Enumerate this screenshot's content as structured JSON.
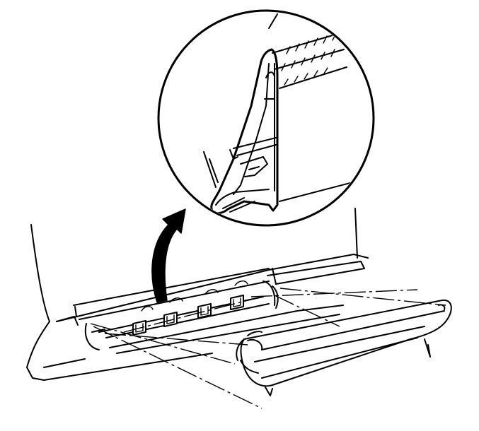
{
  "diagram": {
    "stroke_color": "#000000",
    "background_color": "#ffffff",
    "detail_view": "circle-magnified-weatherstrip-section",
    "callout": "curved-arrow-up-right",
    "assembly": "rocker-panel-molding-exploded"
  }
}
